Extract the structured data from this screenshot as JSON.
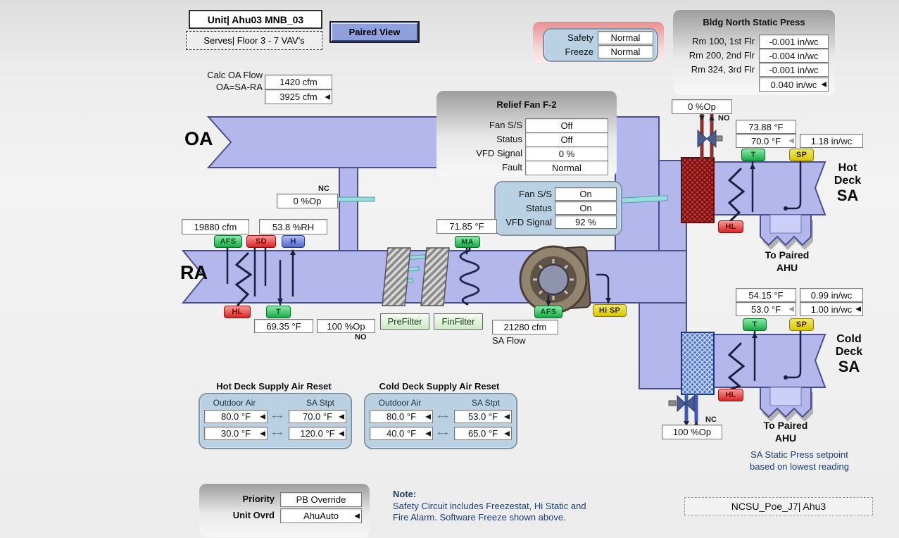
{
  "icons": {
    "setpoint_arrow": "◀",
    "reset_arrow": "↔"
  },
  "header": {
    "unit": "Unit| Ahu03 MNB_03",
    "serves": "Serves| Floor 3 - 7 VAV's",
    "paired_view": "Paired View"
  },
  "calc_oa": {
    "label1": "Calc OA Flow",
    "label2": "OA=SA-RA",
    "flow1": "1420 cfm",
    "flow2": "3925 cfm"
  },
  "safety": {
    "rows": [
      {
        "label": "Safety",
        "value": "Normal"
      },
      {
        "label": "Freeze",
        "value": "Normal"
      }
    ]
  },
  "bldg_static": {
    "title": "Bldg North Static Press",
    "rows": [
      {
        "label": "Rm 100, 1st Flr",
        "value": "-0.001 in/wc"
      },
      {
        "label": "Rm 200, 2nd Flr",
        "value": "-0.004 in/wc"
      },
      {
        "label": "Rm 324, 3rd Flr",
        "value": "-0.001 in/wc"
      }
    ],
    "setpoint": "0.040 in/wc"
  },
  "relief_fan": {
    "title": "Relief Fan F-2",
    "rows": [
      {
        "label": "Fan S/S",
        "value": "Off"
      },
      {
        "label": "Status",
        "value": "Off"
      },
      {
        "label": "VFD Signal",
        "value": "0 %"
      },
      {
        "label": "Fault",
        "value": "Normal"
      }
    ]
  },
  "supply_fan": {
    "rows": [
      {
        "label": "Fan S/S",
        "value": "On"
      },
      {
        "label": "Status",
        "value": "On"
      },
      {
        "label": "VFD Signal",
        "value": "92 %"
      }
    ]
  },
  "duct": {
    "oa": "OA",
    "ra": "RA",
    "oa_damper_pct": "0 %Op",
    "oa_damper_state": "NC",
    "ra_flow": "19880 cfm",
    "ra_rh": "53.8 %RH",
    "ra_temp": "69.35 °F",
    "ra_damper_pct": "100 %Op",
    "ra_damper_state": "NO",
    "ma_temp": "71.85 °F",
    "prefilter": "PreFilter",
    "finfilter": "FinFilter",
    "sa_flow": "21280 cfm",
    "sa_flow_label": "SA Flow"
  },
  "tags": {
    "afs": "AFS",
    "sd": "SD",
    "h": "H",
    "hl": "HL",
    "t": "T",
    "ma": "MA",
    "hi_sp": "Hi SP",
    "sp": "SP"
  },
  "hot_deck": {
    "valve_pct": "0 %Op",
    "valve_state": "NO",
    "temp": "73.88 °F",
    "temp_stpt": "70.0 °F",
    "press": "1.18 in/wc",
    "name1": "Hot",
    "name2": "Deck",
    "name3": "SA",
    "paired1": "To Paired",
    "paired2": "AHU"
  },
  "cold_deck": {
    "temp": "54.15 °F",
    "press": "0.99 in/wc",
    "temp_stpt": "53.0 °F",
    "press_stpt": "1.00 in/wc",
    "valve_pct": "100 %Op",
    "valve_state": "NC",
    "name1": "Cold",
    "name2": "Deck",
    "name3": "SA",
    "paired1": "To Paired",
    "paired2": "AHU"
  },
  "hot_reset": {
    "title": "Hot Deck Supply Air Reset",
    "col_oa": "Outdoor Air",
    "col_sa": "SA Stpt",
    "rows": [
      {
        "oa": "80.0 °F",
        "sa": "70.0 °F"
      },
      {
        "oa": "30.0 °F",
        "sa": "120.0 °F"
      }
    ]
  },
  "cold_reset": {
    "title": "Cold Deck Supply Air Reset",
    "col_oa": "Outdoor Air",
    "col_sa": "SA Stpt",
    "rows": [
      {
        "oa": "80.0 °F",
        "sa": "53.0 °F"
      },
      {
        "oa": "40.0 °F",
        "sa": "65.0 °F"
      }
    ]
  },
  "override": {
    "rows": [
      {
        "label": "Priority",
        "value": "PB Override"
      },
      {
        "label": "Unit Ovrd",
        "value": "AhuAuto"
      }
    ]
  },
  "note": {
    "title": "Note:",
    "line1": "Safety Circuit includes Freezestat, Hi Static and",
    "line2": "Fire Alarm. Software Freeze shown above."
  },
  "footer": {
    "sa_note1": "SA Static Press setpoint",
    "sa_note2": "based on lowest reading",
    "reference": "NCSU_Poe_J7| Ahu3"
  },
  "colors": {
    "duct_fill": "#b3b7ec",
    "duct_border": "#4a508f",
    "navy_text": "#1e3c74",
    "tag_green": "#2fbf60",
    "tag_red": "#e04040",
    "tag_blue": "#7484dc",
    "tag_yellow": "#e6d31e"
  }
}
